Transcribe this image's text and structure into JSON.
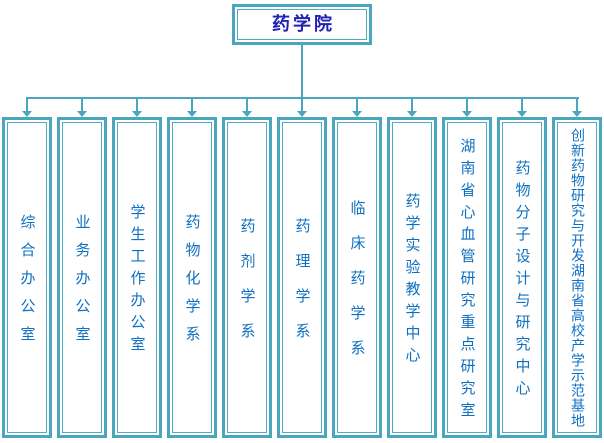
{
  "title": {
    "label": "药学院"
  },
  "departments": [
    {
      "name": "综合办公室"
    },
    {
      "name": "业务办公室"
    },
    {
      "name": "学生工作办公室"
    },
    {
      "name": "药物化学系"
    },
    {
      "name": "药剂学系"
    },
    {
      "name": "药理学系"
    },
    {
      "name": "临床药学系"
    },
    {
      "name": "药学实验教学中心"
    },
    {
      "name": "湖南省心血管研究重点研究室"
    },
    {
      "name": "药物分子设计与研究中心"
    },
    {
      "name": "创新药物研究与开发湖南省高校产学示范基地"
    }
  ],
  "colors": {
    "border_teal": "#4aa5be",
    "title_text": "#2222b2",
    "department_text": "#0f70c2",
    "background": "#ffffff"
  }
}
